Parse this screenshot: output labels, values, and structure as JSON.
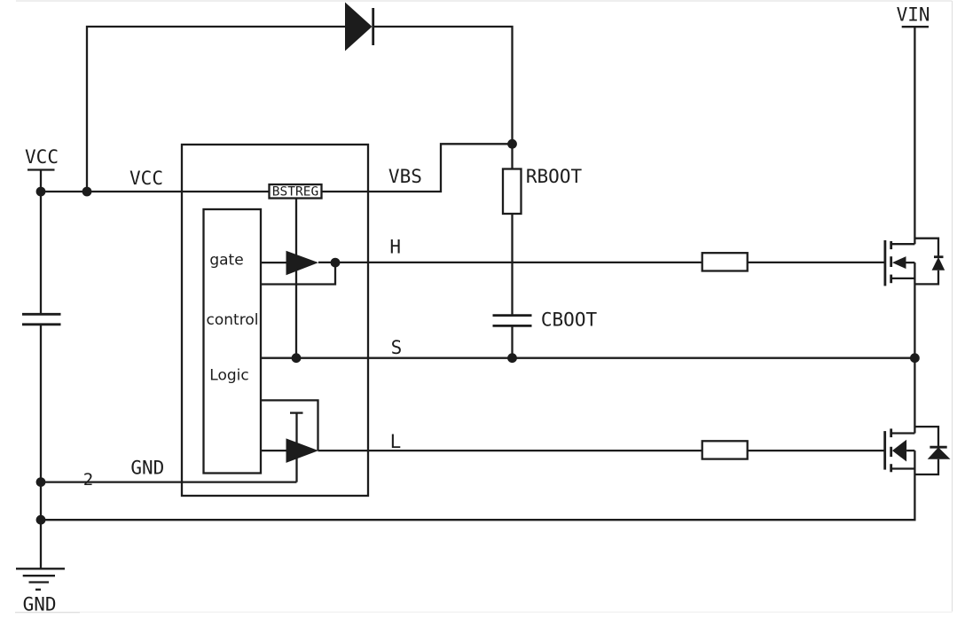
{
  "diagram": {
    "type": "circuit-schematic",
    "subject": "half-bridge gate driver IC with bootstrap supply and external power MOSFETs",
    "colors": {
      "background": "#ffffff",
      "ink": "#1c1c1c",
      "page_edge": "#dcdcdc"
    },
    "terminals": {
      "vcc": "VCC",
      "vin": "VIN",
      "gnd": "GND"
    },
    "ic": {
      "pins": {
        "vcc": "VCC",
        "vbs": "VBS",
        "h": "H",
        "s": "S",
        "l": "L",
        "gnd": "GND",
        "gnd_pin_number": "2"
      },
      "blocks": {
        "bstreg": "BSTREG",
        "logic": [
          "gate",
          "control",
          "Logic"
        ]
      }
    },
    "components": {
      "bootstrap_resistor": "RBOOT",
      "bootstrap_capacitor": "CBOOT"
    }
  }
}
